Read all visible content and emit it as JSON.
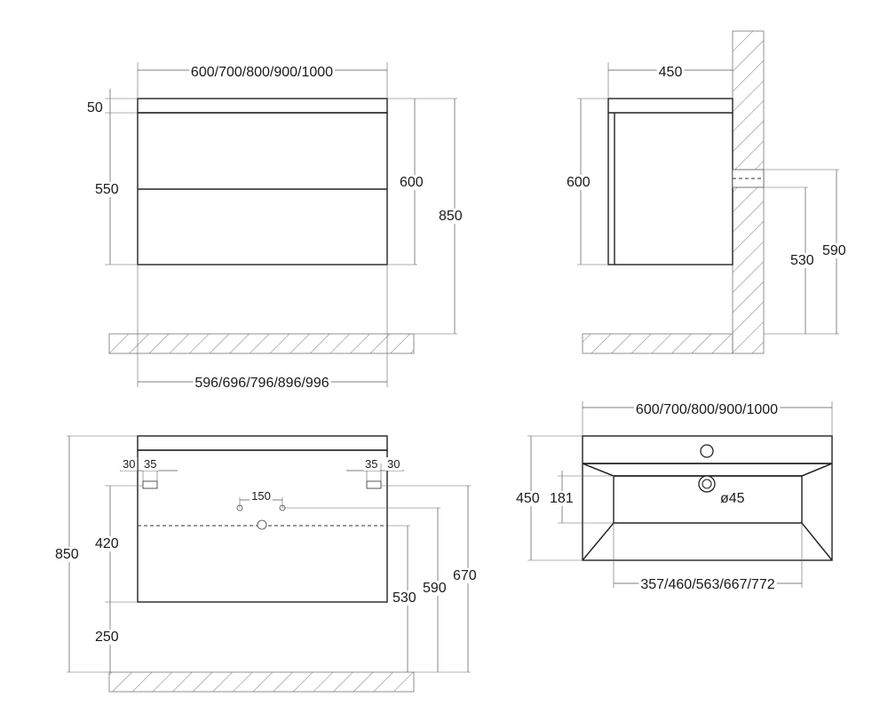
{
  "front_view": {
    "width_top": "600/700/800/900/1000",
    "width_bottom": "596/696/796/896/996",
    "dim_top_slab": "50",
    "dim_front_height": "550",
    "dim_body_height": "600",
    "dim_total_height": "850"
  },
  "side_view": {
    "depth": "450",
    "height": "600",
    "drain_height_530": "530",
    "drain_height_590": "590"
  },
  "back_view": {
    "total_height": "850",
    "mount_left_a": "30",
    "mount_left_b": "35",
    "mount_right_a": "35",
    "mount_right_b": "30",
    "hole_spacing": "150",
    "height_420": "420",
    "height_250": "250",
    "height_530": "530",
    "height_590": "590",
    "height_670": "670"
  },
  "top_view": {
    "width": "600/700/800/900/1000",
    "depth": "450",
    "bowl_depth": "181",
    "drain_diameter": "ø45",
    "bowl_width": "357/460/563/667/772"
  }
}
